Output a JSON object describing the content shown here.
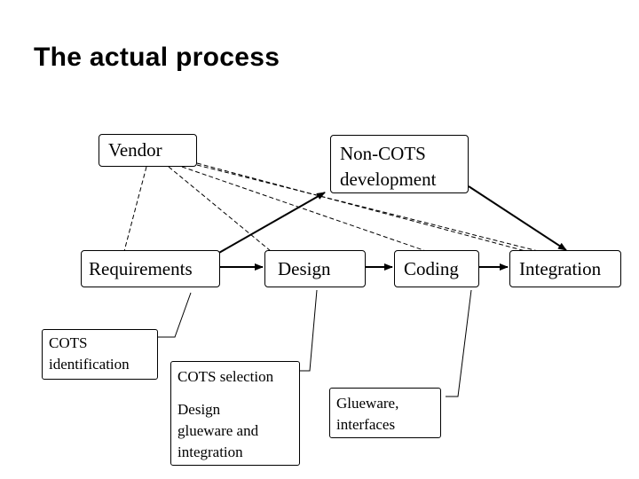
{
  "title": "The actual process",
  "nodes": {
    "vendor": "Vendor",
    "non_cots_line1": "Non-COTS",
    "non_cots_line2": "development",
    "requirements": "Requirements",
    "design": "Design",
    "coding": "Coding",
    "integration": "Integration"
  },
  "notes": {
    "cots_identification_line1": "COTS",
    "cots_identification_line2": "identification",
    "cots_selection": "COTS selection",
    "design_glueware_line1": "Design",
    "design_glueware_line2": "glueware and",
    "design_glueware_line3": "integration",
    "glueware_line1": "Glueware,",
    "glueware_line2": "interfaces"
  }
}
